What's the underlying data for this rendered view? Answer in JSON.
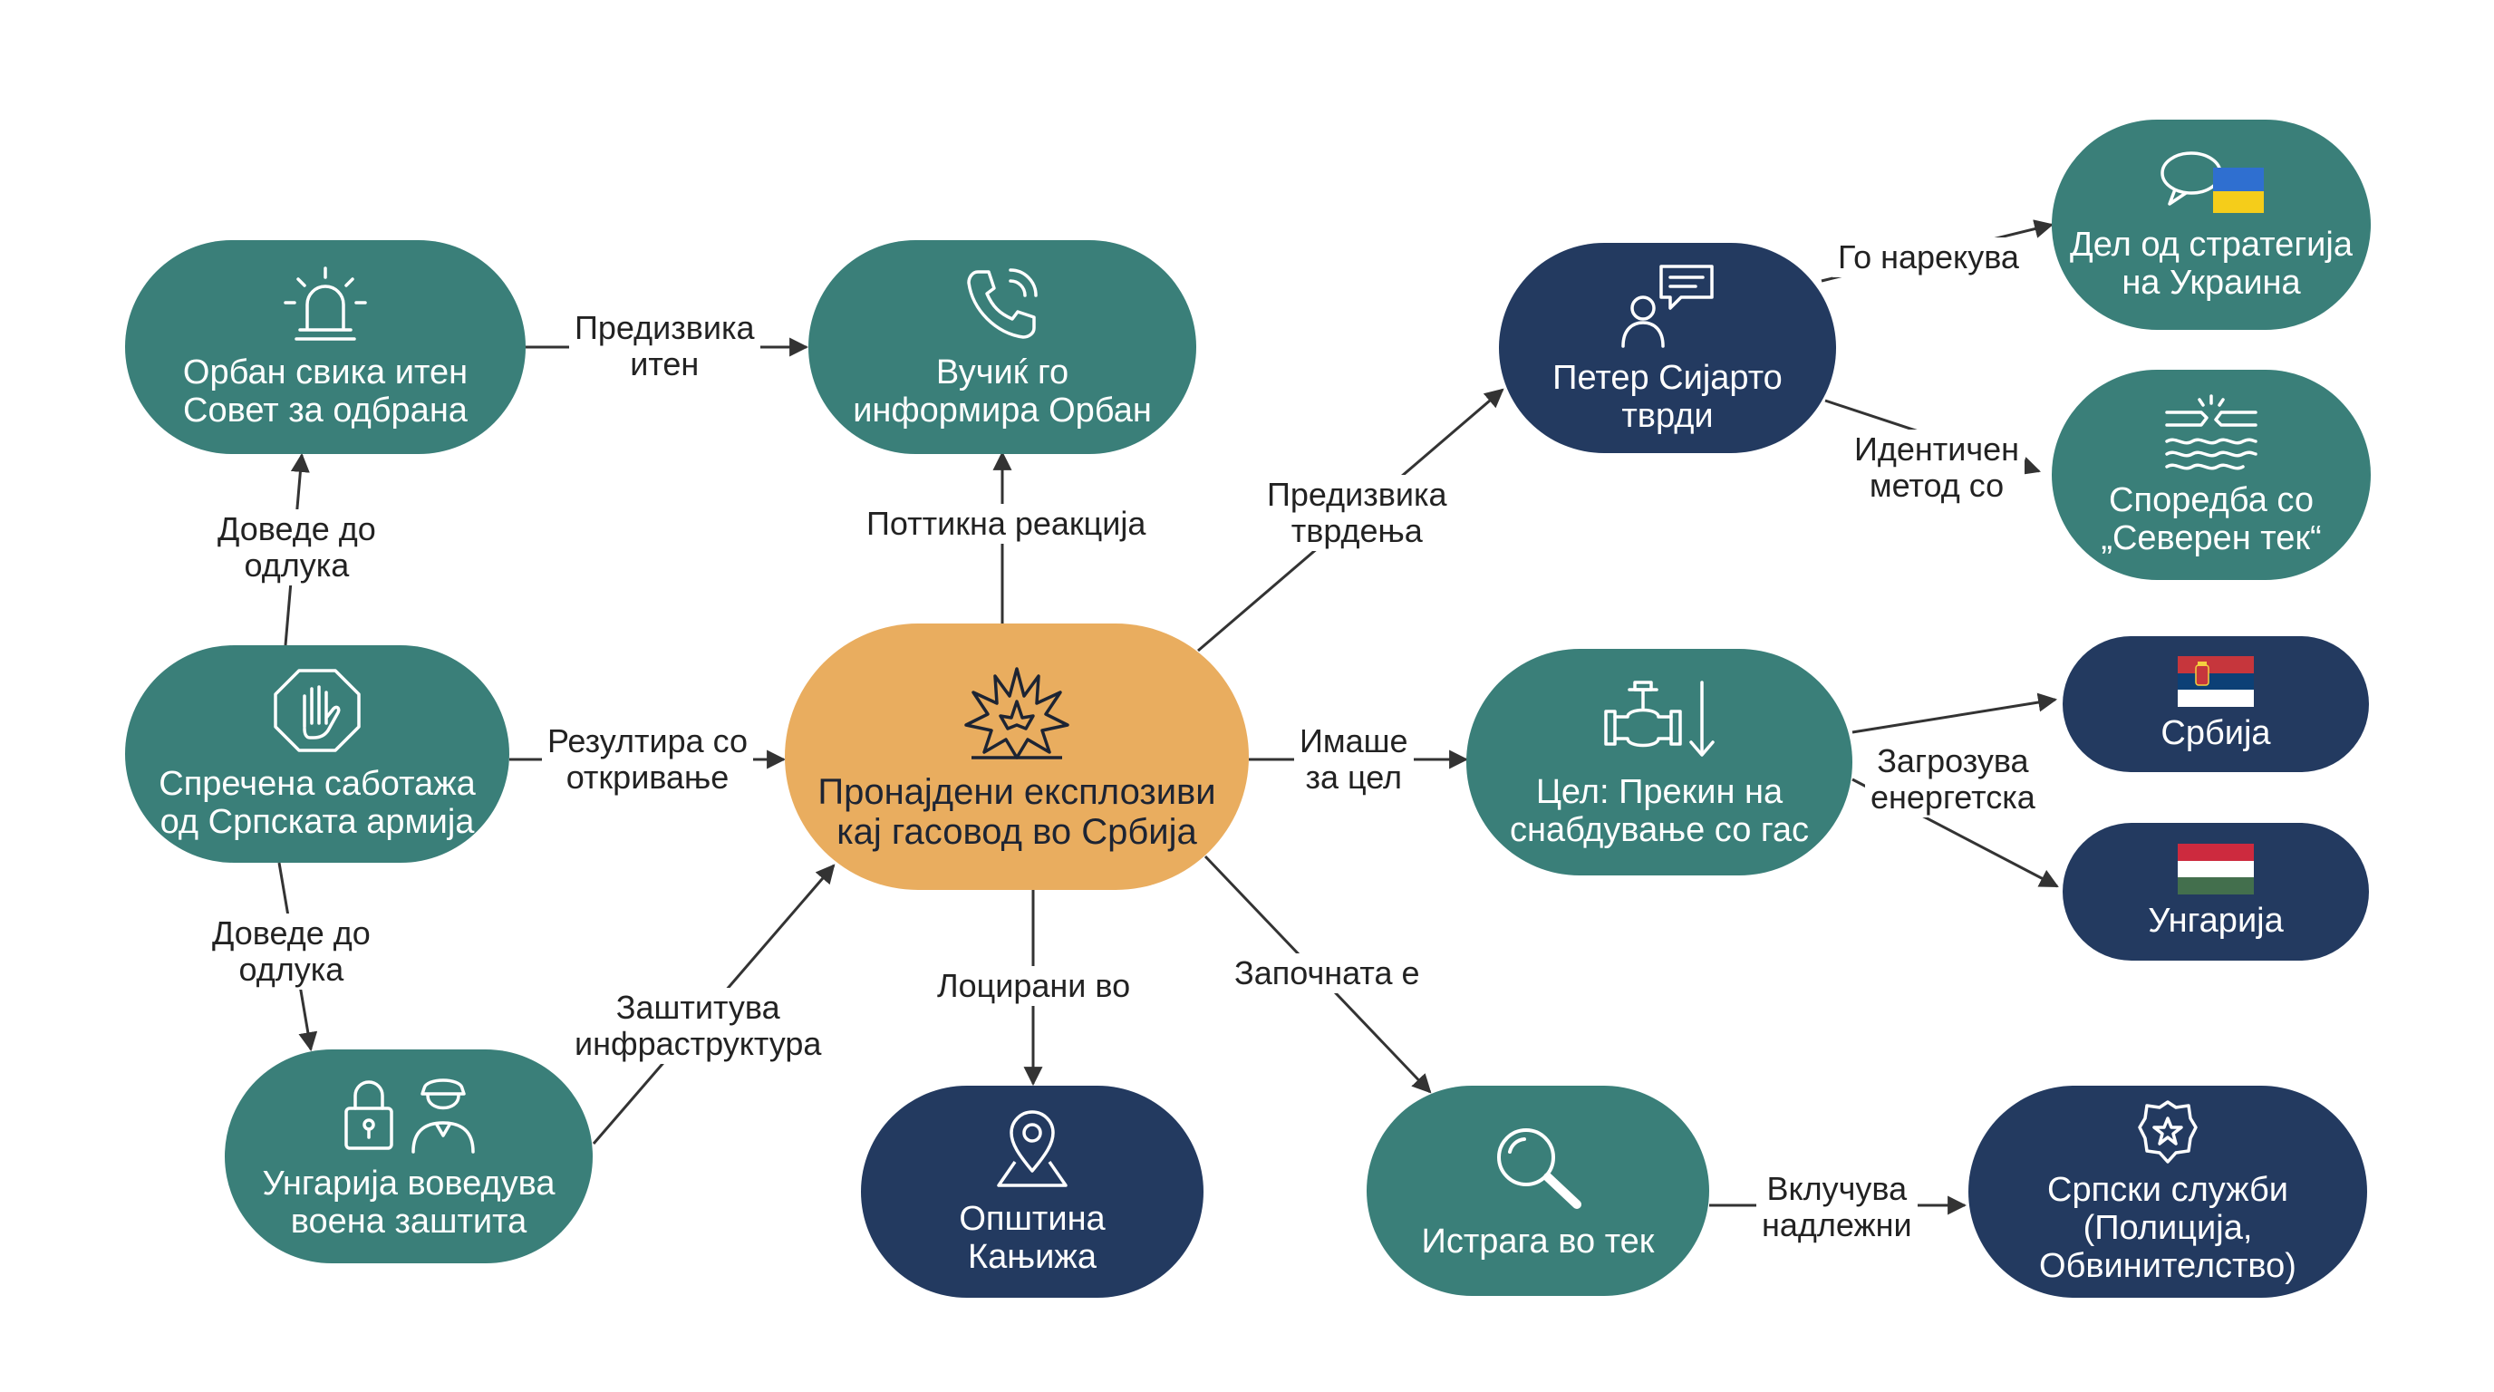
{
  "nodes": {
    "center": {
      "lines": [
        "Пронајдени експлозиви",
        "кај гасовод во Србија"
      ]
    },
    "orban": {
      "lines": [
        "Орбан свика итен",
        "Совет за одбрана"
      ]
    },
    "vucic": {
      "lines": [
        "Вучиќ го",
        "информира Орбан"
      ]
    },
    "sabotage": {
      "lines": [
        "Спречена саботажа",
        "од Српската армија"
      ]
    },
    "hungary_mil": {
      "lines": [
        "Унгарија воведува",
        "воена заштита"
      ]
    },
    "kanjiza": {
      "lines": [
        "Општина",
        "Кањижа"
      ]
    },
    "szijjarto": {
      "lines": [
        "Петер Сијарто",
        "тврди"
      ]
    },
    "ukraine": {
      "lines": [
        "Дел од стратегија",
        "на Украина"
      ]
    },
    "nordstream": {
      "lines": [
        "Споредба со",
        "„Северен тек“"
      ]
    },
    "goal": {
      "lines": [
        "Цел: Прекин на",
        "снабдување со гас"
      ]
    },
    "serbia": {
      "lines": [
        "Србија"
      ]
    },
    "hungary": {
      "lines": [
        "Унгарија"
      ]
    },
    "investigation": {
      "lines": [
        "Истрага во тек"
      ]
    },
    "services": {
      "lines": [
        "Српски служби",
        "(Полиција,",
        "Обвинителство)"
      ]
    }
  },
  "edges": {
    "orban_vucic": {
      "lines": [
        "Предизвика",
        "итен"
      ]
    },
    "center_vucic": {
      "lines": [
        "Поттикна реакција"
      ]
    },
    "sab_orban": {
      "lines": [
        "Доведе до",
        "одлука"
      ]
    },
    "sab_center": {
      "lines": [
        "Резултира со",
        "откривање"
      ]
    },
    "sab_hunmil": {
      "lines": [
        "Доведе до",
        "одлука"
      ]
    },
    "hunmil_center": {
      "lines": [
        "Заштитува",
        "инфраструктура"
      ]
    },
    "center_kanjiza": {
      "lines": [
        "Лоцирани во"
      ]
    },
    "center_szij": {
      "lines": [
        "Предизвика",
        "тврдења"
      ]
    },
    "szij_ukraine": {
      "lines": [
        "Го нарекува"
      ]
    },
    "szij_nord": {
      "lines": [
        "Идентичен",
        "метод со"
      ]
    },
    "center_goal": {
      "lines": [
        "Имаше",
        "за цел"
      ]
    },
    "goal_countries": {
      "lines": [
        "Загрозува",
        "енергетска"
      ]
    },
    "center_invest": {
      "lines": [
        "Започната е"
      ]
    },
    "invest_services": {
      "lines": [
        "Вклучува",
        "надлежни"
      ]
    }
  },
  "colors": {
    "teal": "#3a7f79",
    "navy": "#233a60",
    "center": "#e9ad5f",
    "edge": "#333333"
  },
  "icons": {
    "orban": "siren-icon",
    "vucic": "phone-icon",
    "sabotage": "stop-hand-icon",
    "hungary_mil": "lock-soldier-icon",
    "kanjiza": "map-pin-icon",
    "szijjarto": "person-speech-icon",
    "ukraine": "speech-bubble-flag-icon",
    "nordstream": "broken-pipe-water-icon",
    "goal": "pipe-valve-icon",
    "serbia": "serbia-flag-icon",
    "hungary": "hungary-flag-icon",
    "investigation": "magnifier-icon",
    "services": "police-badge-icon",
    "center": "explosion-icon"
  }
}
